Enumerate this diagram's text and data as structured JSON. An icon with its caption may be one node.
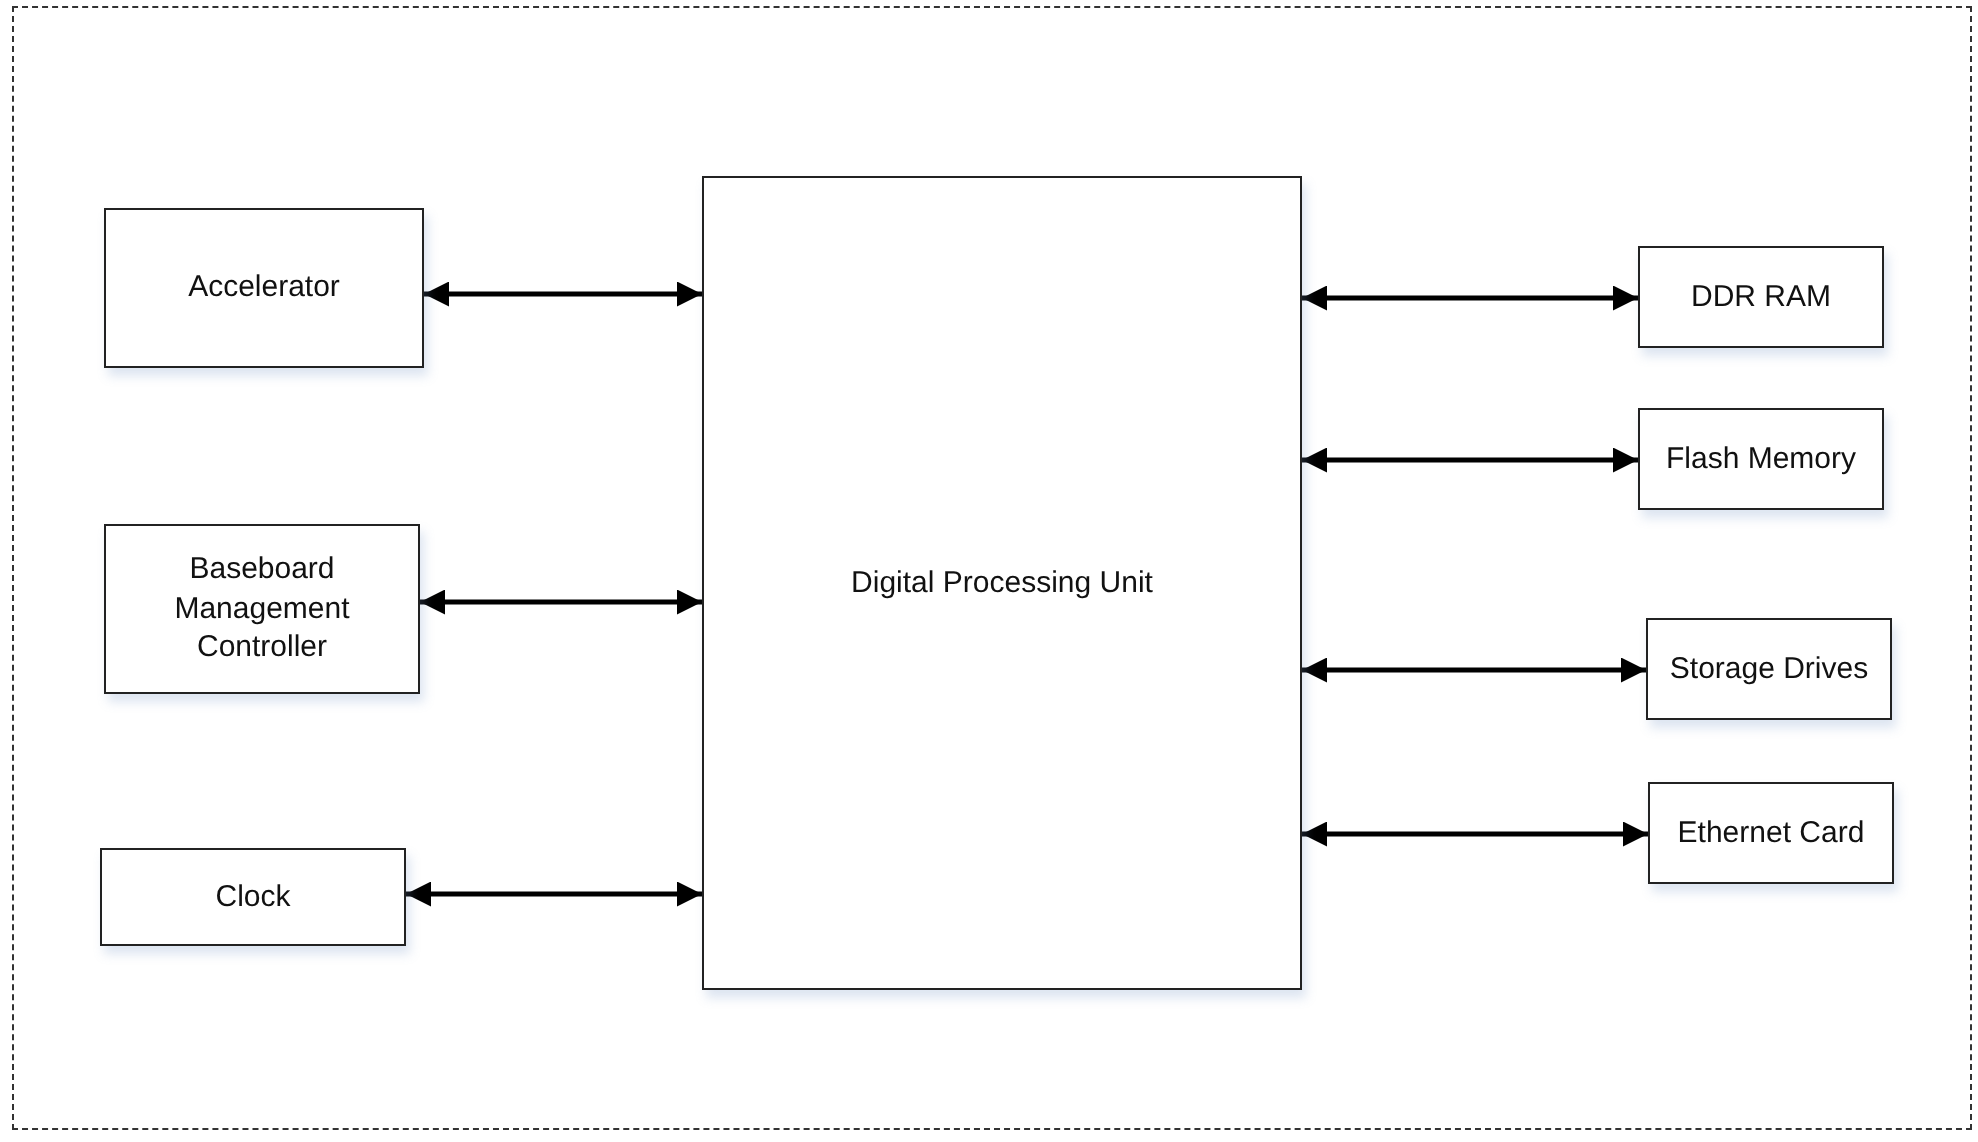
{
  "diagram": {
    "nodes": [
      {
        "text": [
          "Accelerator"
        ]
      },
      {
        "text": [
          "Baseboard Management Controller"
        ]
      },
      {
        "text": [
          "Clock"
        ]
      },
      {
        "text": [
          "Digital Processing Unit"
        ]
      },
      {
        "text": [
          "DDR RAM"
        ]
      },
      {
        "text": [
          "Flash Memory"
        ]
      },
      {
        "text": [
          "Storage Drives"
        ]
      },
      {
        "text": [
          "Ethernet Card"
        ]
      }
    ],
    "edges": [
      {
        "from": 0,
        "to": 3,
        "arrow": "both"
      },
      {
        "from": 1,
        "to": 3,
        "arrow": "both"
      },
      {
        "from": 2,
        "to": 3,
        "arrow": "both"
      },
      {
        "from": 3,
        "to": 4,
        "arrow": "both"
      },
      {
        "from": 3,
        "to": 5,
        "arrow": "both"
      },
      {
        "from": 3,
        "to": 6,
        "arrow": "both"
      },
      {
        "from": 3,
        "to": 7,
        "arrow": "both"
      }
    ]
  }
}
